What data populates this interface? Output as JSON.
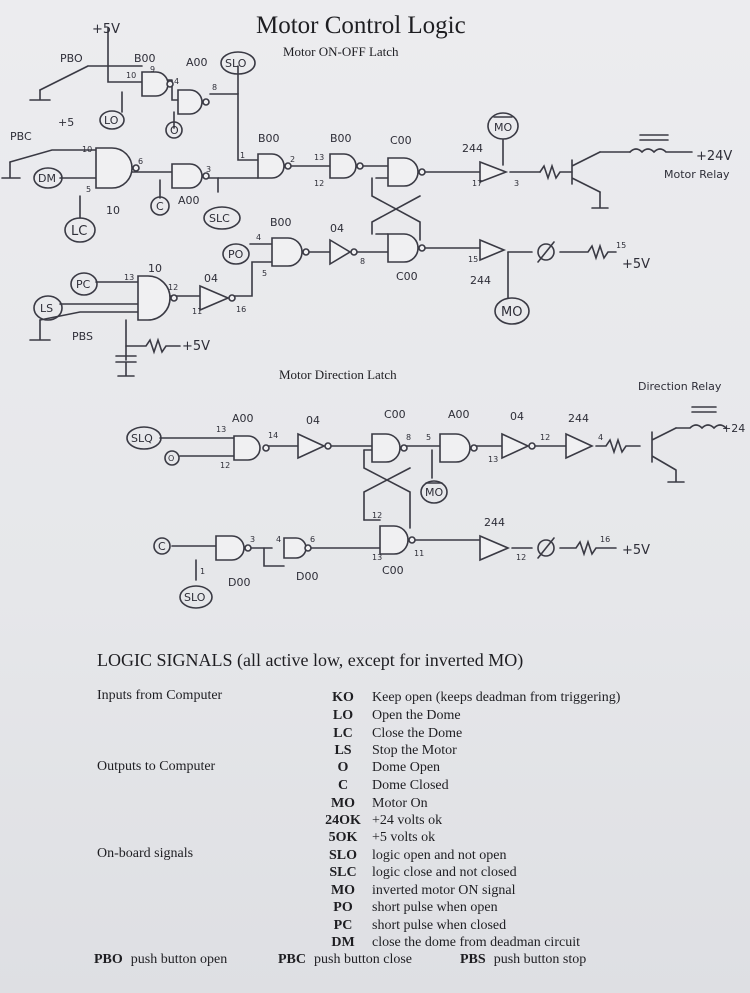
{
  "title": "Motor Control Logic",
  "sections": {
    "latch1": "Motor ON-OFF Latch",
    "latch2": "Motor Direction Latch"
  },
  "schematic": {
    "nodes": {
      "slo_top": "SLO",
      "lo": "LO",
      "o_top": "O",
      "dm": "DM",
      "lc": "LC",
      "c_top": "C",
      "slc": "SLC",
      "mo_bar": "MO",
      "po": "PO",
      "pc": "PC",
      "ls": "LS",
      "mo_out": "MO",
      "slq": "SLQ",
      "o_dir": "O",
      "mo_dir": "MO",
      "c_dir": "C",
      "slo_dir": "SLO"
    },
    "chips": {
      "b00": "B00",
      "a00_top": "A00",
      "b00_mid": "B00",
      "b00_mid2": "B00",
      "c00_a": "C00",
      "a00_b": "A00",
      "b00_c": "B00",
      "c04": "04",
      "c00_b": "C00",
      "c04_b": "04",
      "c244": "244",
      "c244_b": "244",
      "n10": "10",
      "n10_b": "10",
      "n04_c": "04",
      "d_a00": "A00",
      "d_04": "04",
      "d_c00": "C00",
      "d_a00b": "A00",
      "d_04b": "04",
      "d_244": "244",
      "d_244b": "244",
      "d_c00b": "C00",
      "d_d00": "D00",
      "d_d00b": "D00"
    },
    "labels": {
      "plus5v_top": "+5V",
      "pbo": "PBO",
      "plus5_left": "+5",
      "pbc": "PBC",
      "pbs": "PBS",
      "plus5v_pbs": "+5V",
      "motor_relay": "Motor Relay",
      "plus24v": "+24V",
      "plus5v_mo": "+5V",
      "direction_relay": "Direction Relay",
      "plus24_dir": "+24",
      "plus5v_dir": "+5V"
    },
    "pins": {
      "p1": "1",
      "p2": "2",
      "p3": "3",
      "p4": "4",
      "p5": "5",
      "p6": "6",
      "p8": "8",
      "p9": "9",
      "p10": "10",
      "p11": "11",
      "p12": "12",
      "p13": "13",
      "p14": "14",
      "p15": "15",
      "p16": "16",
      "p17": "17"
    }
  },
  "legend": {
    "title": "LOGIC SIGNALS  (all active low, except for inverted MO)",
    "groups": [
      {
        "label": "Inputs from Computer"
      },
      {
        "label": "Outputs to Computer"
      },
      {
        "label": "On-board signals"
      }
    ],
    "signals": [
      {
        "code": "KO",
        "desc": "Keep open  (keeps deadman from triggering)"
      },
      {
        "code": "LO",
        "desc": "Open the Dome"
      },
      {
        "code": "LC",
        "desc": "Close the Dome"
      },
      {
        "code": "LS",
        "desc": "Stop the Motor"
      },
      {
        "code": "O",
        "desc": "Dome Open"
      },
      {
        "code": "C",
        "desc": "Dome Closed"
      },
      {
        "code": "MO",
        "desc": "Motor On"
      },
      {
        "code": "24OK",
        "desc": "+24 volts ok"
      },
      {
        "code": "5OK",
        "desc": "+5 volts ok"
      },
      {
        "code": "SLO",
        "desc": "logic open and not open"
      },
      {
        "code": "SLC",
        "desc": "logic close and not closed"
      },
      {
        "code": "MO",
        "desc": "inverted motor ON signal"
      },
      {
        "code": "PO",
        "desc": "short pulse when open"
      },
      {
        "code": "PC",
        "desc": "short pulse when closed"
      },
      {
        "code": "DM",
        "desc": "close the dome from deadman circuit"
      }
    ],
    "buttons": [
      {
        "code": "PBO",
        "label": "push button open"
      },
      {
        "code": "PBC",
        "label": "push button close"
      },
      {
        "code": "PBS",
        "label": "push button stop"
      }
    ]
  }
}
